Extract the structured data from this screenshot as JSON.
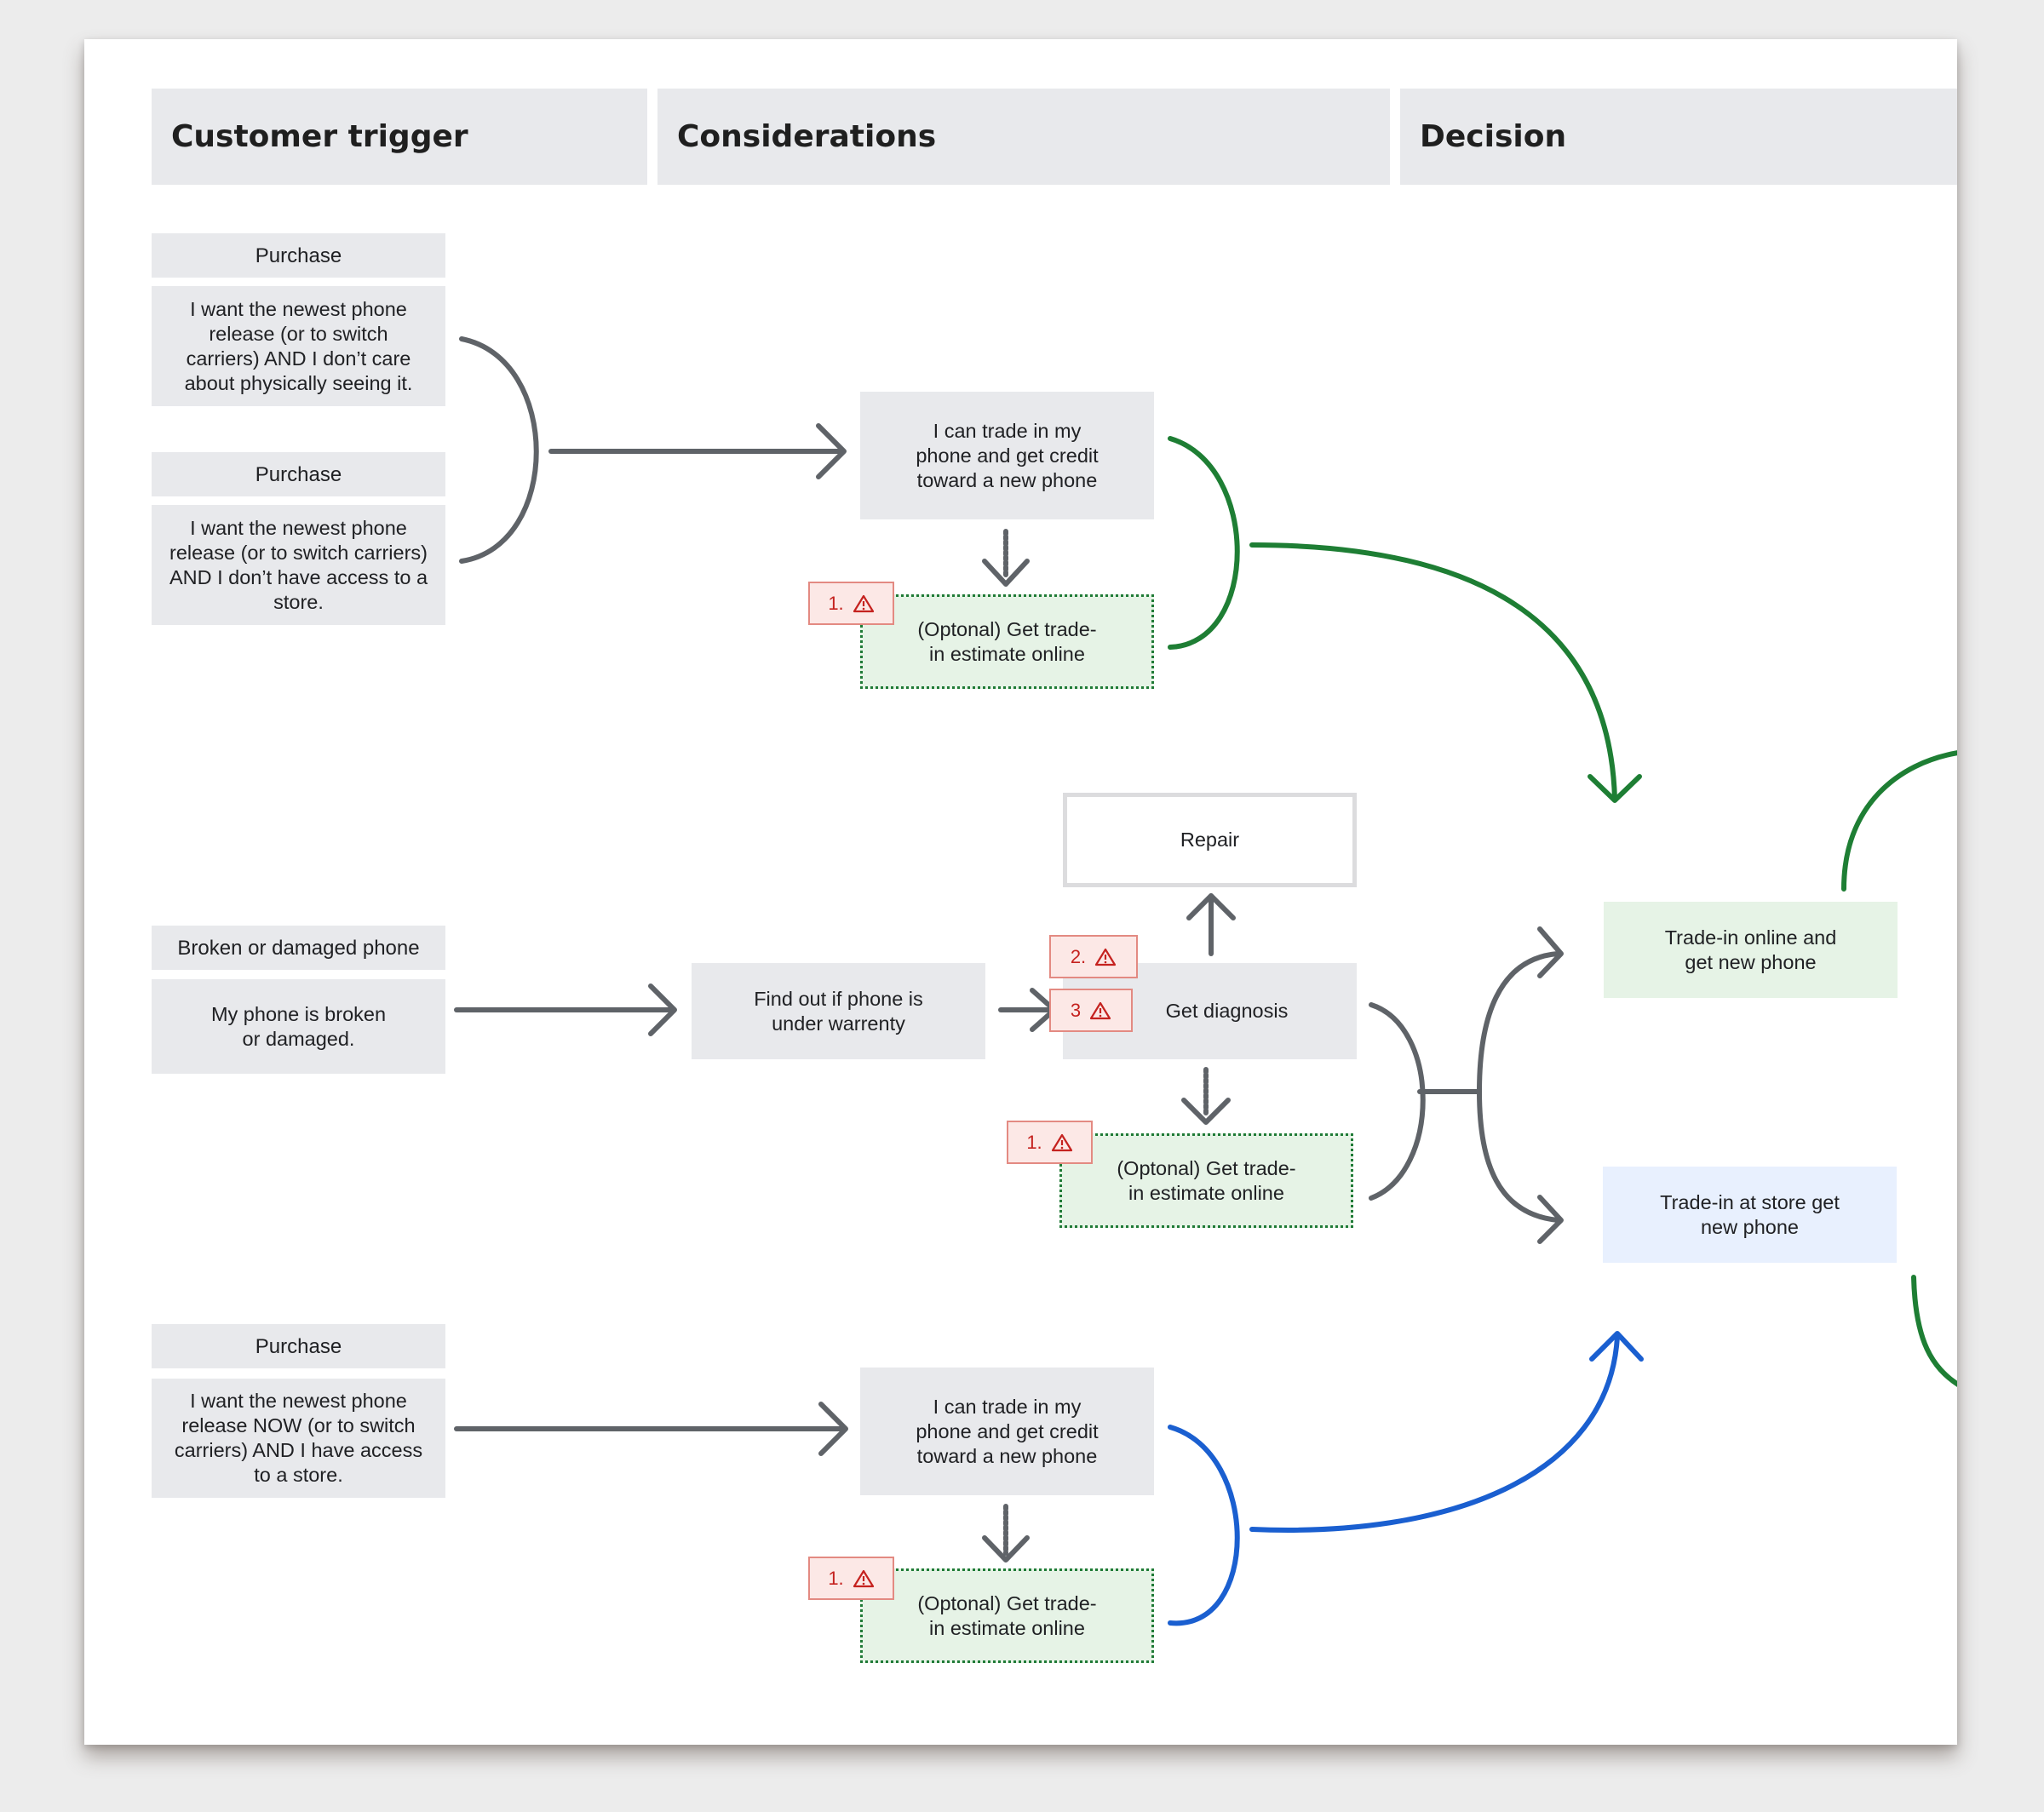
{
  "headers": {
    "customer_trigger": "Customer trigger",
    "considerations": "Considerations",
    "decision": "Decision"
  },
  "triggers": {
    "purchase_1_tag": "Purchase",
    "purchase_1_text": "I want the newest phone\nrelease  (or to switch\ncarriers) AND I don’t care\nabout physically seeing it.",
    "purchase_2_tag": "Purchase",
    "purchase_2_text": "I want the newest phone\nrelease (or to switch carriers)\nAND I don’t have access to a\nstore.",
    "broken_tag": "Broken or damaged phone",
    "broken_text": "My phone is broken\nor damaged.",
    "purchase_3_tag": "Purchase",
    "purchase_3_text": "I want the newest phone\nrelease NOW (or to switch\ncarriers) AND I have access\nto a store."
  },
  "considerations": {
    "trade_in_1": "I can trade in my\nphone and get credit\ntoward a new phone",
    "estimate_1": "(Optonal) Get trade-\nin estimate online",
    "warranty": "Find out if phone is\nunder warrenty",
    "repair": "Repair",
    "diagnosis": "Get diagnosis",
    "estimate_2": "(Optonal) Get trade-\nin estimate online",
    "trade_in_2": "I can trade in my\nphone and get credit\ntoward a new phone",
    "estimate_3": "(Optonal) Get trade-\nin estimate online"
  },
  "decisions": {
    "online": "Trade-in online and\nget new phone",
    "store": "Trade-in at store get\nnew phone"
  },
  "badges": {
    "b1": "1.",
    "b2": "2.",
    "b3": "3",
    "b4": "1.",
    "b5": "1."
  },
  "icons": {
    "badge_icon": "warning-triangle-icon"
  },
  "colors": {
    "connector_grey": "#5f6368",
    "connector_green": "#1e7e34",
    "connector_blue": "#1a5fd0",
    "badge_red": "#c5221f"
  }
}
